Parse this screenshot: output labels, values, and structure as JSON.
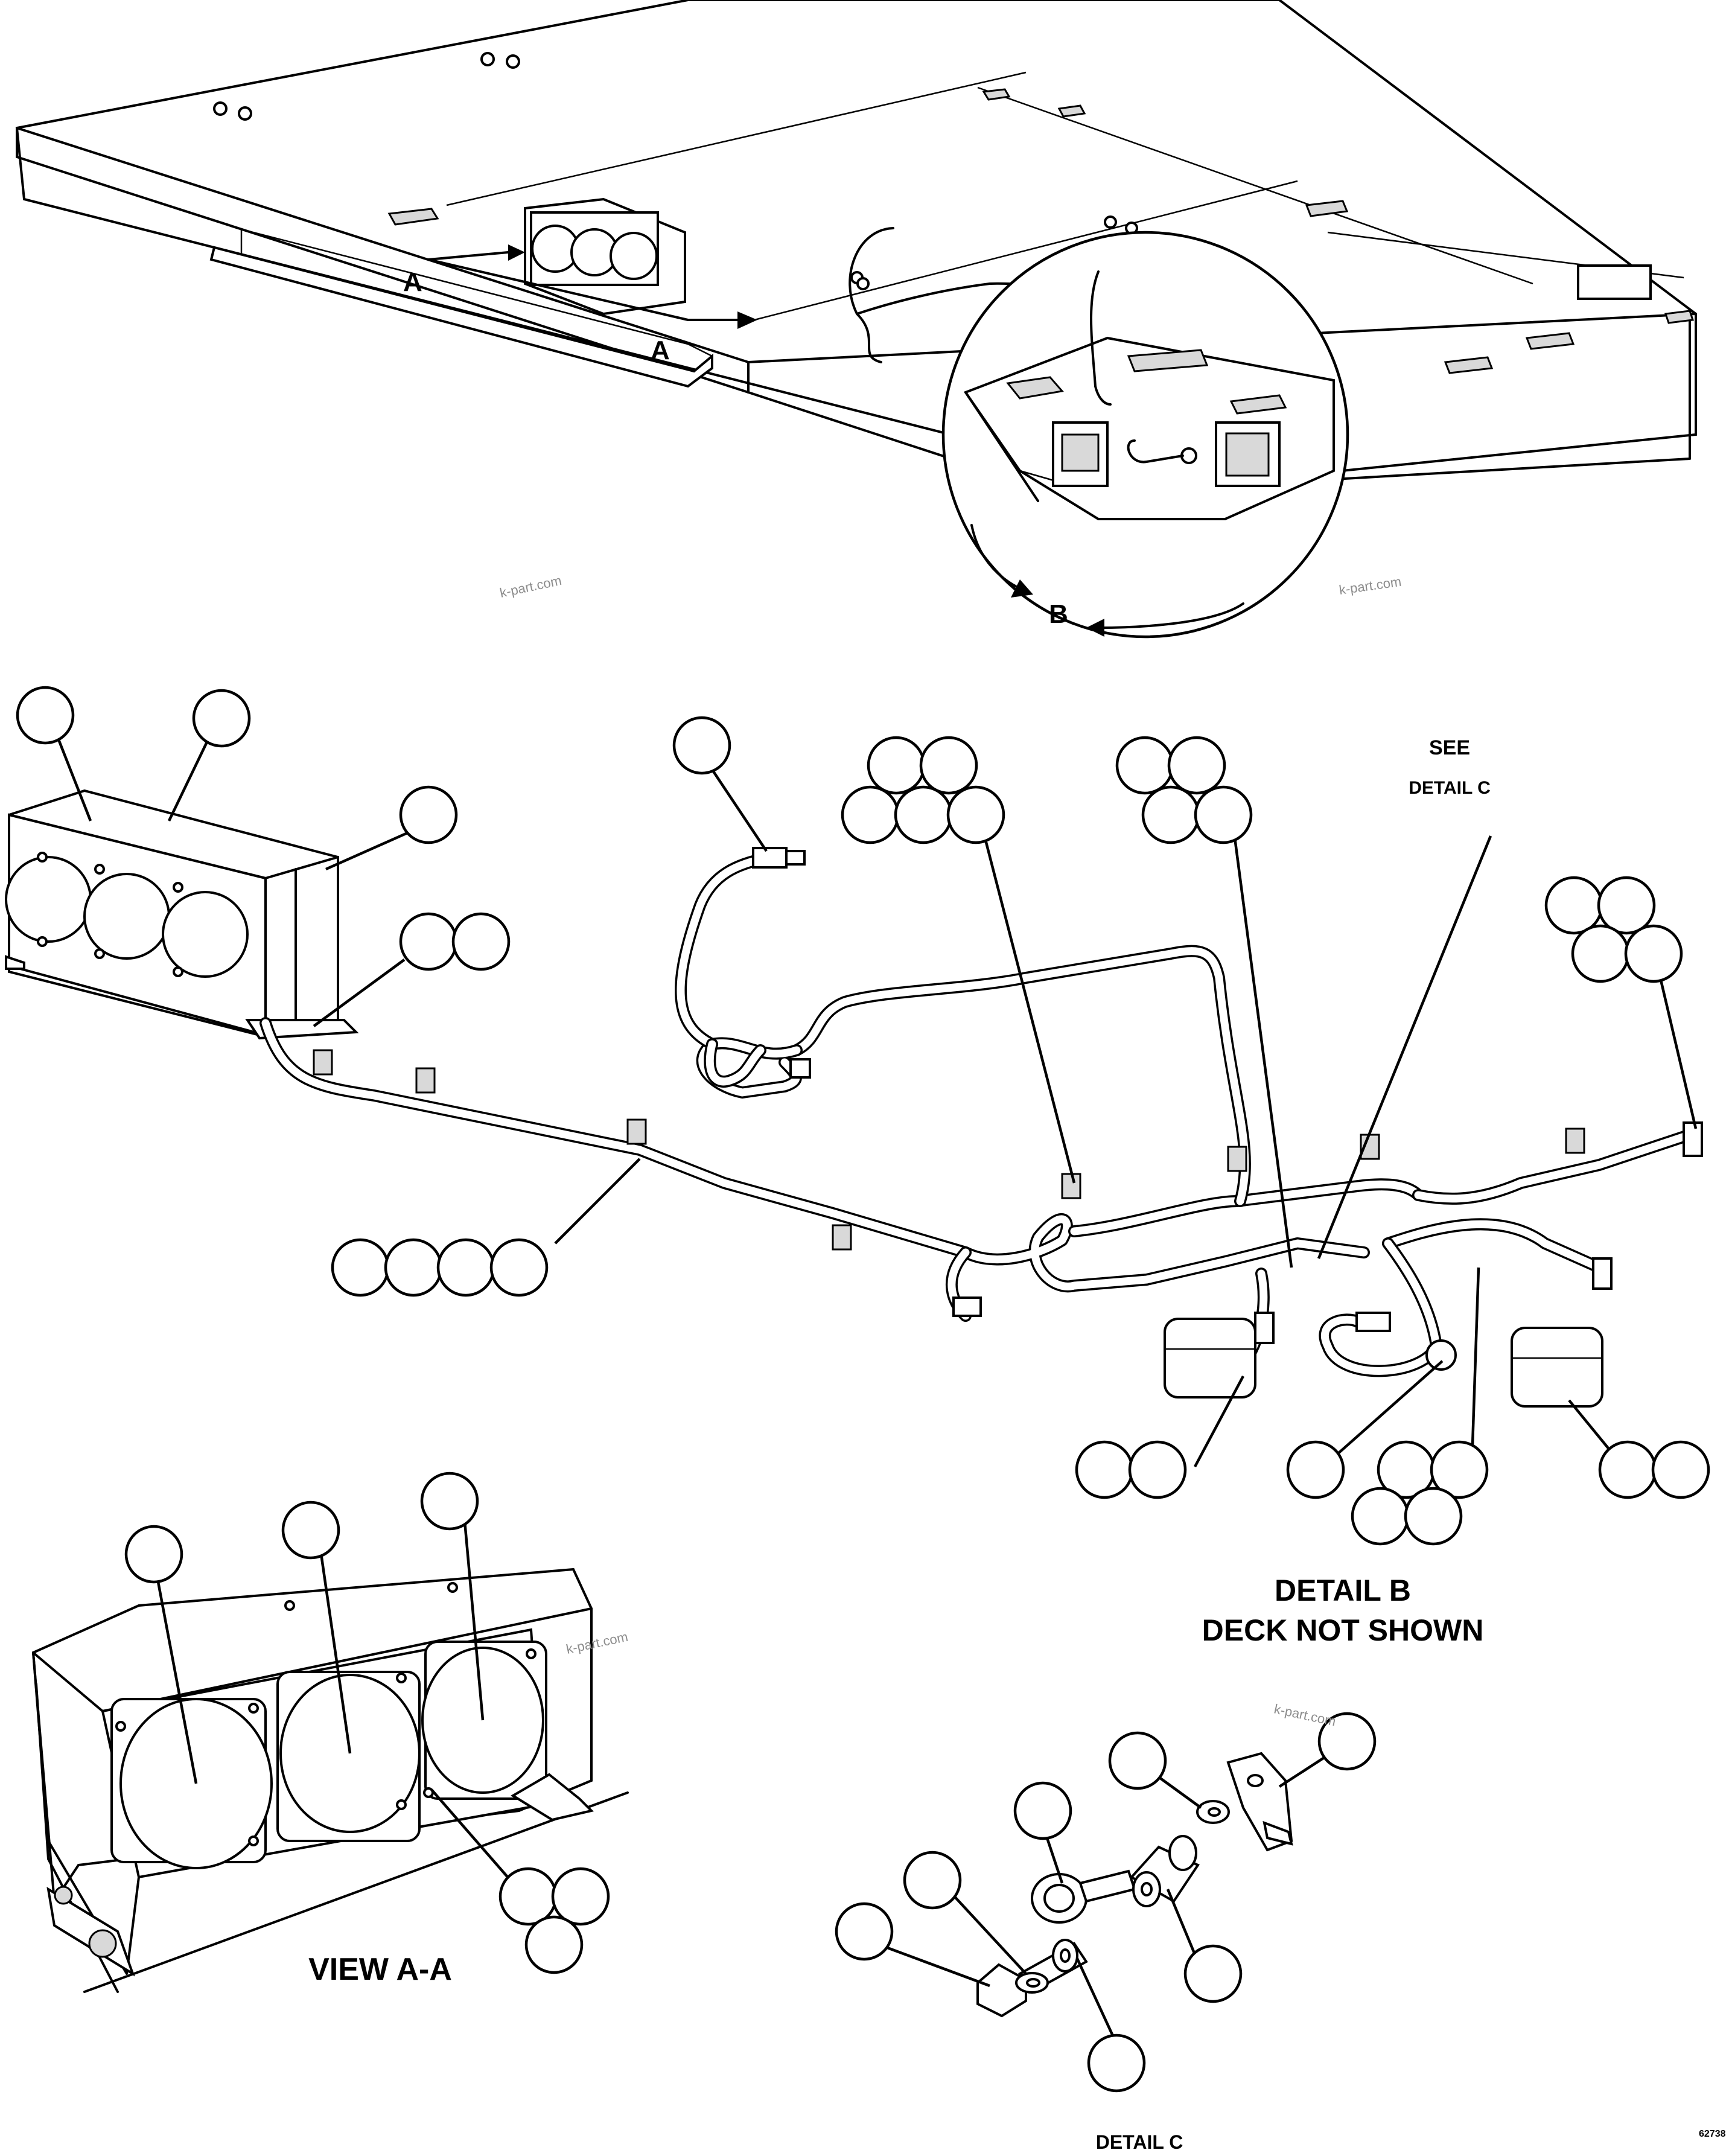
{
  "labels": {
    "section_a_left": "A",
    "section_a_right": "A",
    "detail_b_marker": "B",
    "see_detail_line1": "SEE",
    "see_detail_line2": "DETAIL C",
    "detail_b_title_line1": "DETAIL B",
    "detail_b_title_line2": "DECK NOT SHOWN",
    "view_aa_title": "VIEW A-A",
    "detail_c_title": "DETAIL C",
    "drawing_number": "62738"
  },
  "watermark": "k-part.com"
}
